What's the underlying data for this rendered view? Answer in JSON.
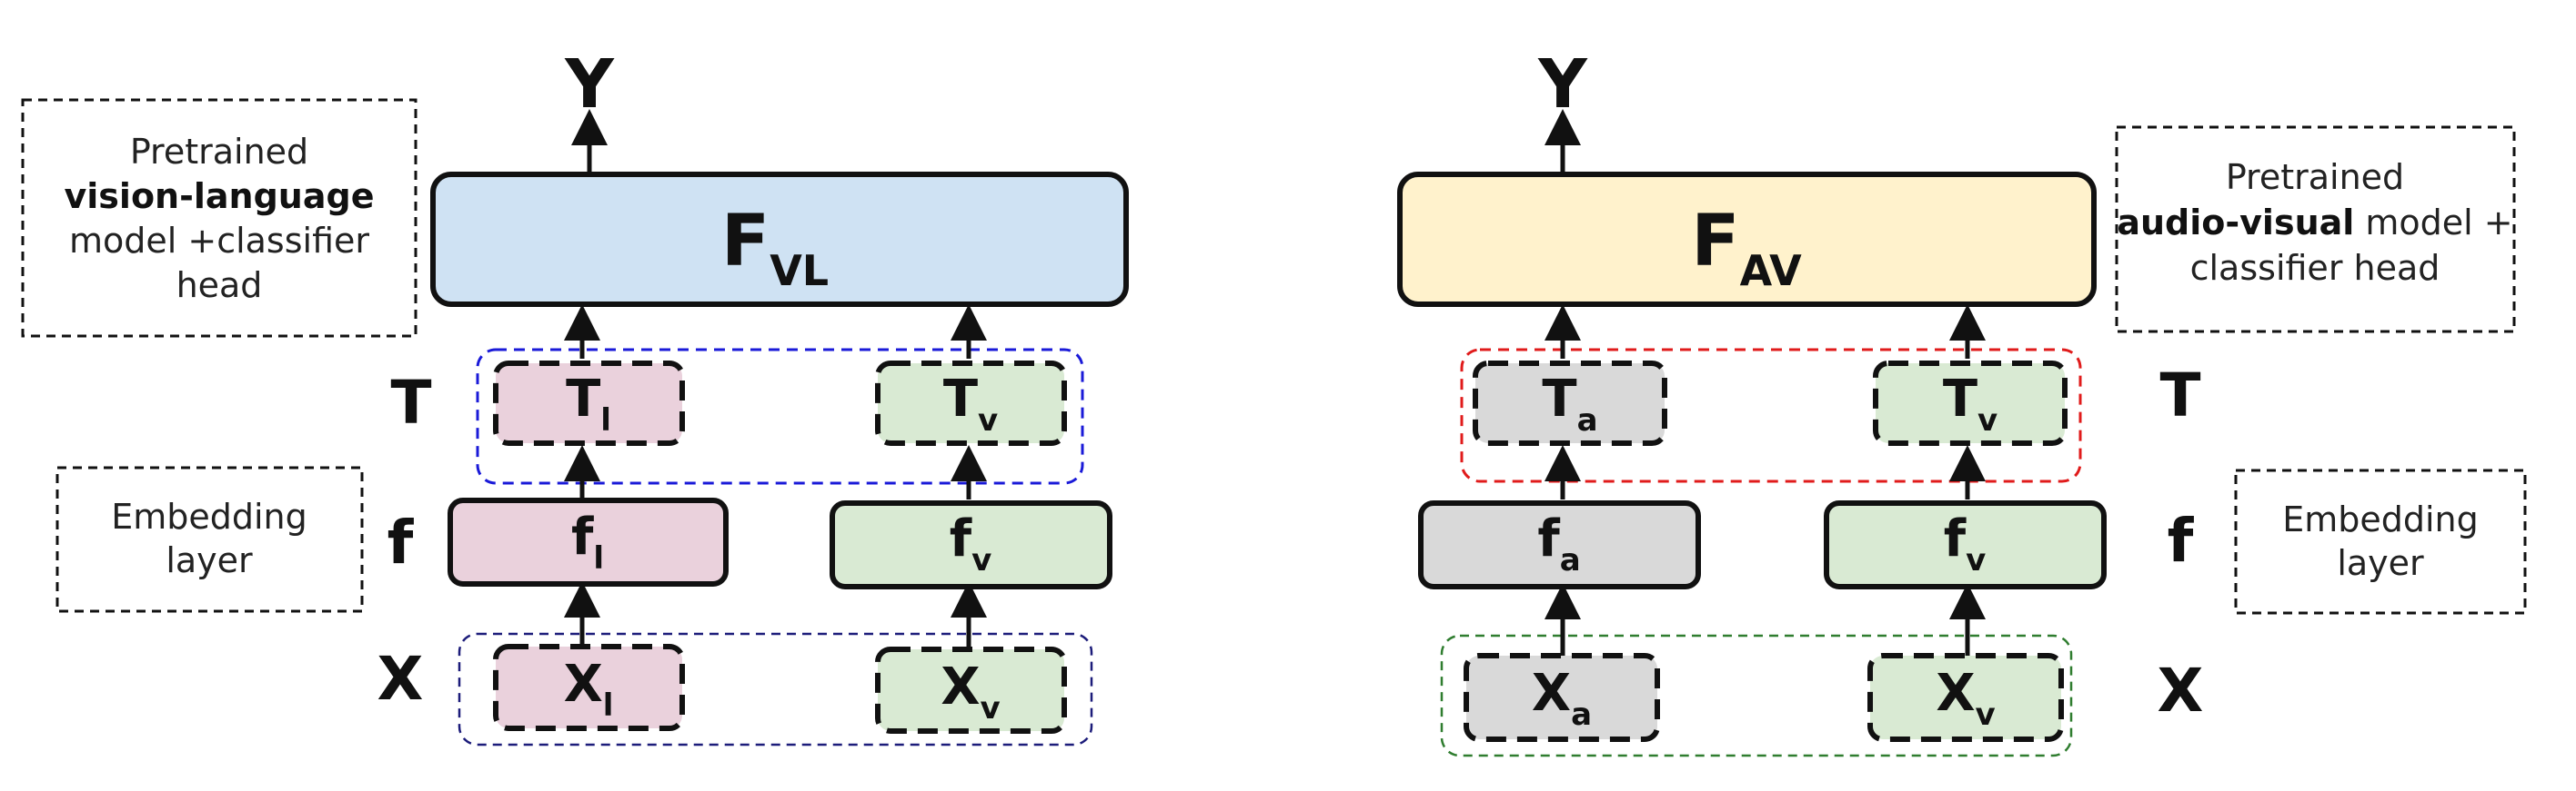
{
  "colors": {
    "vl_model_fill": "#cfe2f3",
    "av_model_fill": "#fff2cc",
    "language_fill": "#ead1dc",
    "visual_fill": "#d9ead3",
    "audio_fill": "#d9d9d9",
    "stroke": "#111111",
    "blue_group": "#1a1ad8",
    "navy_group": "#1c1c7a",
    "red_group": "#e01b1b",
    "green_group": "#2f7d2f"
  },
  "row_labels": {
    "T": "T",
    "f": "f",
    "X": "X"
  },
  "left": {
    "output": "Y",
    "model": {
      "main": "F",
      "sub": "VL"
    },
    "tokens": [
      {
        "main": "T",
        "sub": "l"
      },
      {
        "main": "T",
        "sub": "v"
      }
    ],
    "embeddings": [
      {
        "main": "f",
        "sub": "l"
      },
      {
        "main": "f",
        "sub": "v"
      }
    ],
    "inputs": [
      {
        "main": "X",
        "sub": "l"
      },
      {
        "main": "X",
        "sub": "v"
      }
    ],
    "note_model": {
      "line1": "Pretrained",
      "line2_bold": "vision-language",
      "line3": "model +classifier",
      "line4": "head"
    },
    "note_embed": {
      "line1": "Embedding",
      "line2": "layer"
    }
  },
  "right": {
    "output": "Y",
    "model": {
      "main": "F",
      "sub": "AV"
    },
    "tokens": [
      {
        "main": "T",
        "sub": "a"
      },
      {
        "main": "T",
        "sub": "v"
      }
    ],
    "embeddings": [
      {
        "main": "f",
        "sub": "a"
      },
      {
        "main": "f",
        "sub": "v"
      }
    ],
    "inputs": [
      {
        "main": "X",
        "sub": "a"
      },
      {
        "main": "X",
        "sub": "v"
      }
    ],
    "note_model": {
      "line1": "Pretrained",
      "line2_bold": "audio-visual",
      "line2_rest": " model +",
      "line3": "classifier head"
    },
    "note_embed": {
      "line1": "Embedding",
      "line2": "layer"
    }
  }
}
